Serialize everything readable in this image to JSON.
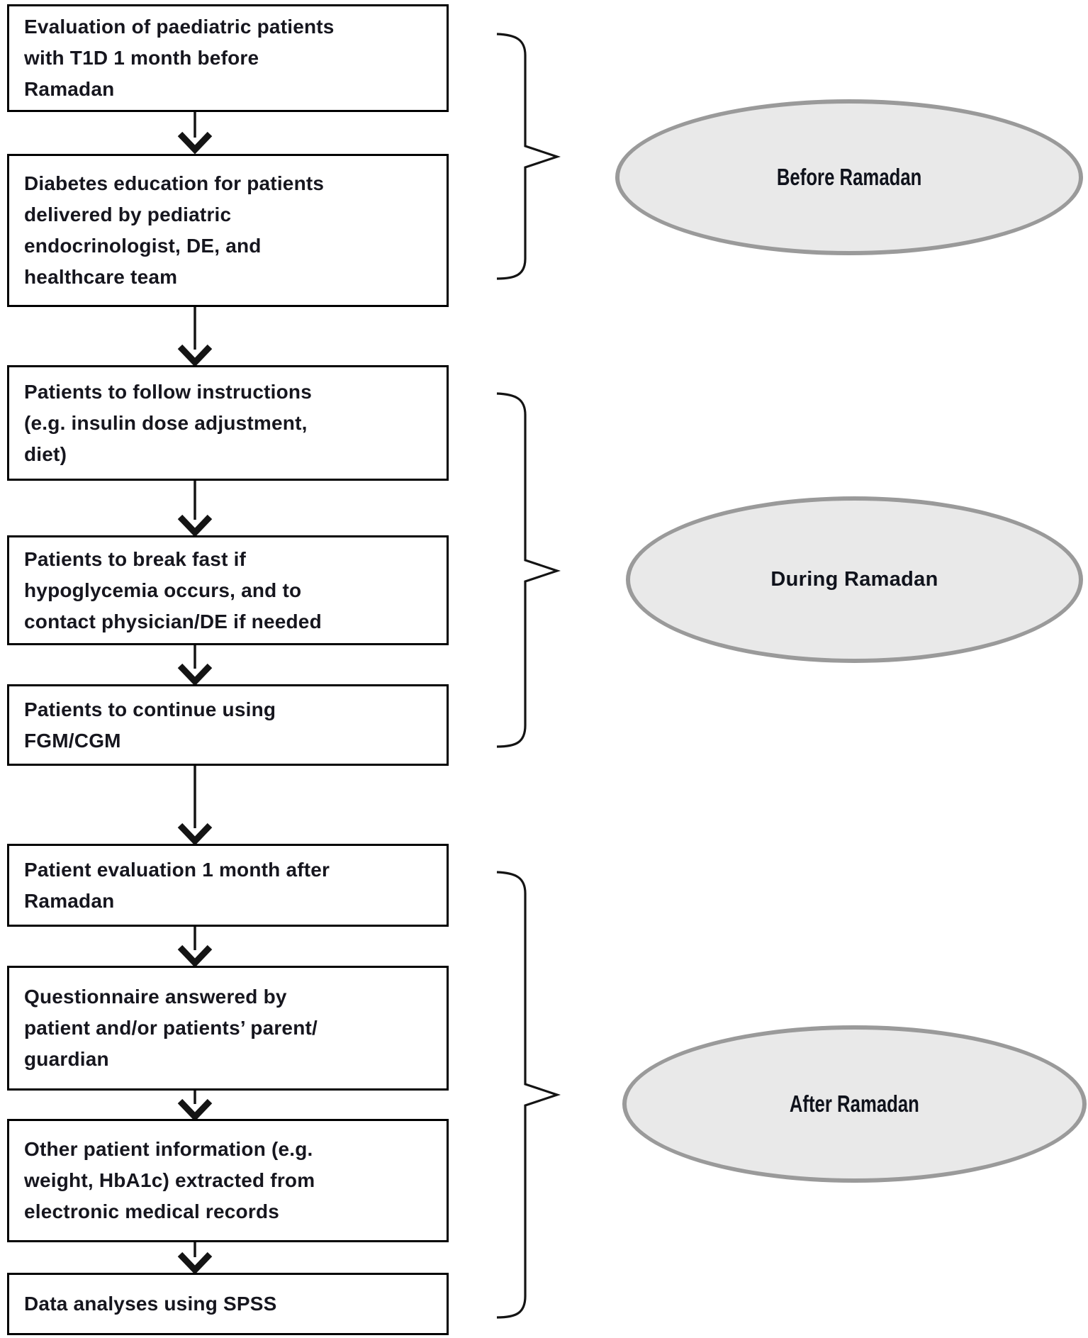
{
  "diagram": {
    "type": "flowchart",
    "description": "Study procedure flowchart for paediatric T1D patients around Ramadan",
    "boxes": [
      {
        "id": "box-1",
        "lines": [
          "Evaluation of paediatric patients",
          "with T1D 1 month before",
          "Ramadan"
        ]
      },
      {
        "id": "box-2",
        "lines": [
          "Diabetes education for patients",
          "delivered by pediatric",
          "endocrinologist, DE, and",
          "healthcare team"
        ]
      },
      {
        "id": "box-3",
        "lines": [
          "Patients to follow instructions",
          "(e.g. insulin dose adjustment,",
          "diet)"
        ]
      },
      {
        "id": "box-4",
        "lines": [
          "Patients to break fast if",
          "hypoglycemia occurs, and to",
          "contact physician/DE if needed"
        ]
      },
      {
        "id": "box-5",
        "lines": [
          "Patients to continue using",
          "FGM/CGM"
        ]
      },
      {
        "id": "box-6",
        "lines": [
          "Patient evaluation 1 month after",
          "Ramadan"
        ]
      },
      {
        "id": "box-7",
        "lines": [
          "Questionnaire answered by",
          "patient and/or patients’ parent/",
          "guardian"
        ]
      },
      {
        "id": "box-8",
        "lines": [
          "Other patient information (e.g.",
          "weight, HbA1c) extracted from",
          "electronic medical records"
        ]
      },
      {
        "id": "box-9",
        "lines": [
          "Data analyses using SPSS"
        ]
      }
    ],
    "phases": [
      {
        "id": "before",
        "label": "Before Ramadan",
        "groups_boxes": [
          1,
          2
        ]
      },
      {
        "id": "during",
        "label": "During Ramadan",
        "groups_boxes": [
          3,
          4,
          5
        ]
      },
      {
        "id": "after",
        "label": "After Ramadan",
        "groups_boxes": [
          6,
          7,
          8,
          9
        ]
      }
    ],
    "colors": {
      "background": "#ffffff",
      "box_border": "#000000",
      "box_text": "#16161e",
      "connector": "#141414",
      "ellipse_fill": "#e9e9e9",
      "ellipse_border": "#9a9a9a",
      "ellipse_text": "#10131c"
    }
  }
}
